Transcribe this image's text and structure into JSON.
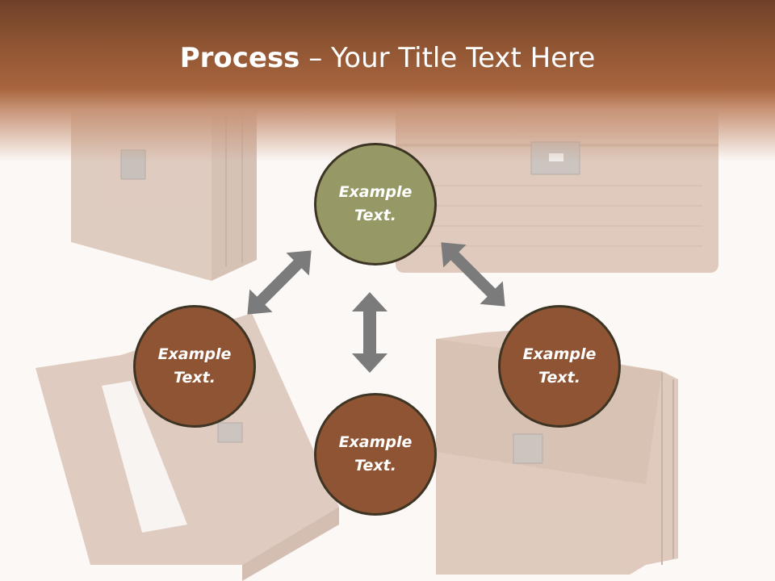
{
  "slide": {
    "title_bold": "Process",
    "title_rest": " – Your Title Text Here"
  },
  "nodes": {
    "top": "Example Text.",
    "left": "Example Text.",
    "right": "Example Text.",
    "bottom": "Example Text."
  },
  "colors": {
    "header": "#a8653e",
    "node_top": "#969966",
    "node_other": "#8f5434",
    "node_border": "#3e3424",
    "arrow": "#7b7b7b",
    "background": "#fbf8f6"
  }
}
